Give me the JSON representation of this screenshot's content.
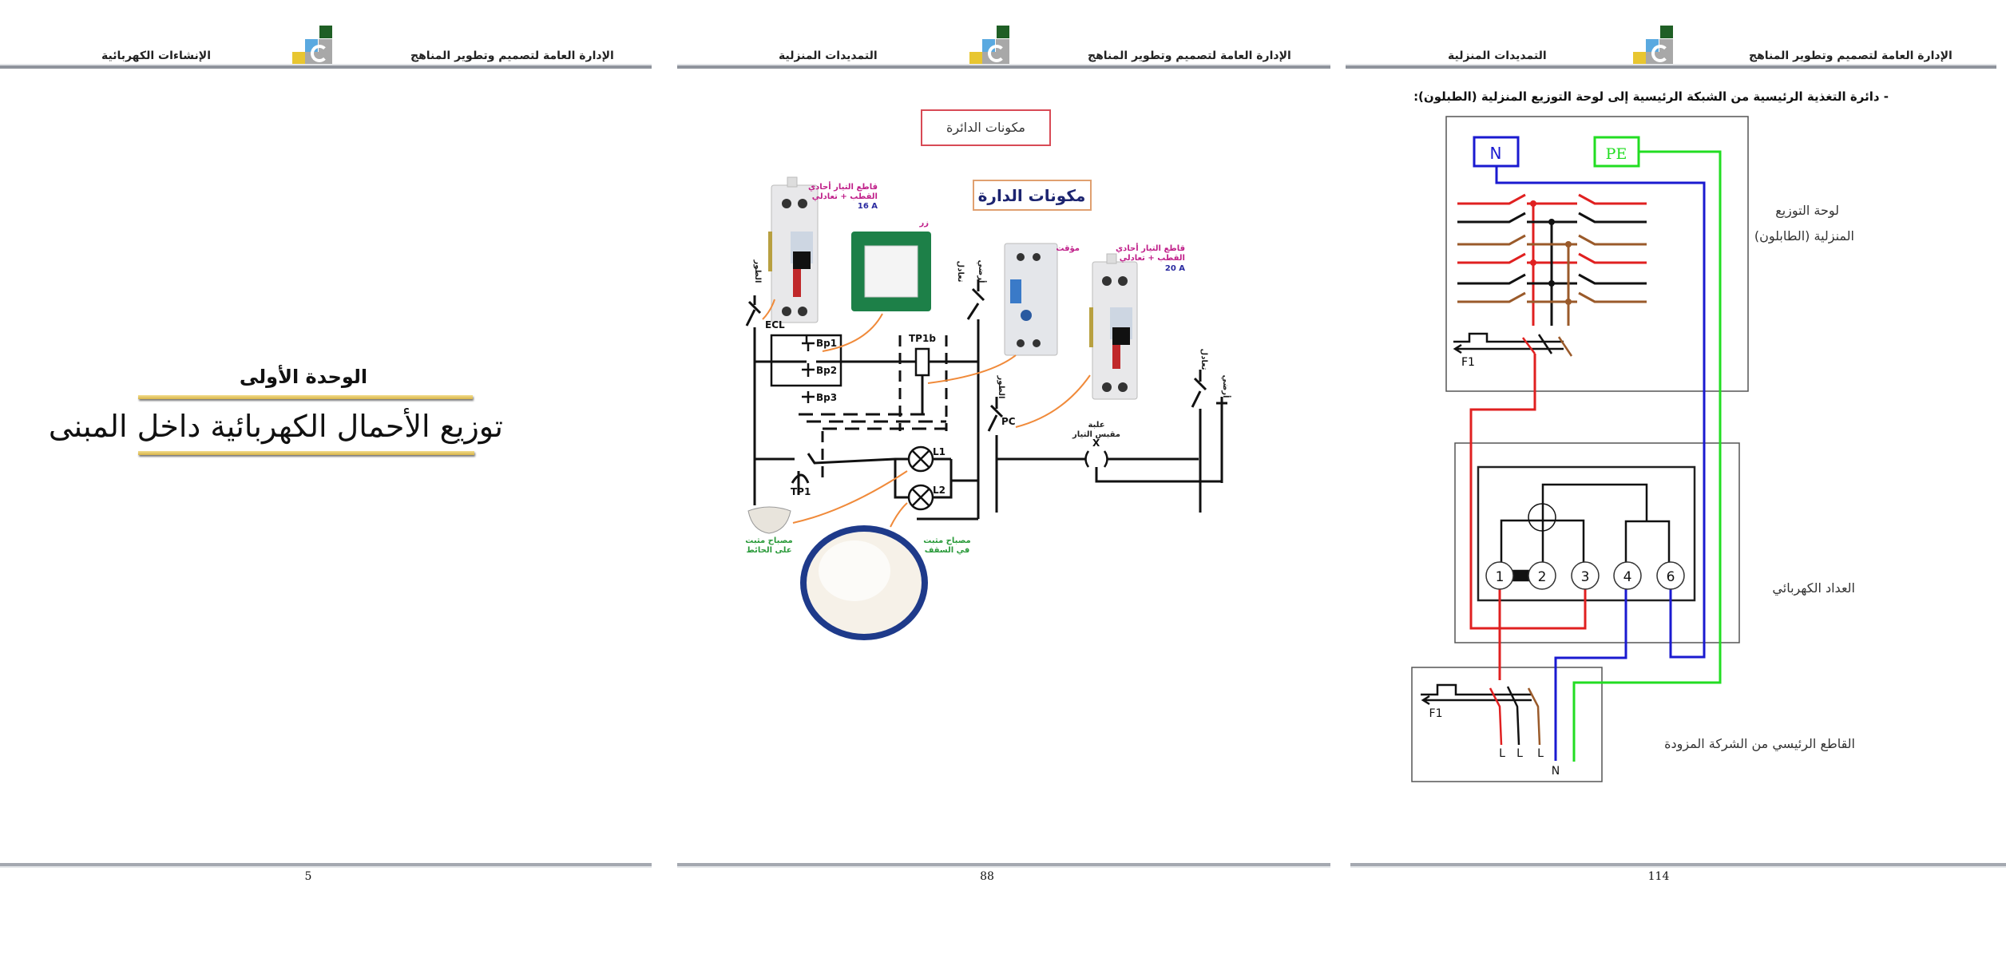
{
  "pages": [
    {
      "header_left": "الإنشاءات الكهربائية",
      "header_right": "الإدارة العامة لتصميم وتطوير المناهج",
      "unit": "الوحدة الأولى",
      "title": "توزيع الأحمال الكهربائية داخل المبنى",
      "page_number": "5"
    },
    {
      "header_left": "التمديدات المنزلية",
      "header_right": "الإدارة العامة لتصميم وتطوير المناهج",
      "caption": "مكونات الدائرة",
      "diagram": {
        "title": "مكونات الدارة",
        "breaker1_label": [
          "قاطع التيار أحادي",
          "القطب + تعادلي"
        ],
        "breaker1_rating": "16 A",
        "switch_label": "زر",
        "timer_label": "مؤقت",
        "breaker2_label": [
          "قاطع التيار أحادي",
          "القطب + تعادلي"
        ],
        "breaker2_rating": "20 A",
        "phase_label": "الطور",
        "neutral_label": "تعادل",
        "earth_label": "أرضي",
        "ecl": "ECL",
        "bp1": "Bp1",
        "bp2": "Bp2",
        "bp3": "Bp3",
        "tp1b": "TP1b",
        "tp1": "TP1",
        "l1": "L1",
        "l2": "L2",
        "pc": "PC",
        "socket_label": [
          "علبة",
          "مقبس التيار"
        ],
        "socket_symbol": "X",
        "wall_lamp_label": [
          "مصباح مثبت",
          "على الحائط"
        ],
        "ceiling_lamp_label": [
          "مصباح مثبت",
          "في السقف"
        ]
      },
      "page_number": "88"
    },
    {
      "header_left": "التمديدات المنزلية",
      "header_right": "الإدارة العامة لتصميم وتطوير المناهج",
      "heading": "-  دائرة التغذية الرئيسية من الشبكة الرئيسية إلى لوحة التوزيع المنزلية (الطبلون):",
      "diagram": {
        "neutral_bar": "N",
        "earth_bar": "PE",
        "breaker_top": "F1",
        "breaker_bottom": "F1",
        "terminals": [
          "1",
          "2",
          "3",
          "4",
          "6"
        ],
        "phase_labels": [
          "L",
          "L",
          "L"
        ],
        "neutral_label": "N",
        "colors": {
          "phase1": "#e02020",
          "phase2": "#111111",
          "phase3": "#9a5a2a",
          "neutral": "#1a1ad0",
          "earth": "#22dd22"
        }
      },
      "labels": {
        "panel": [
          "لوحة التوزيع",
          "المنزلية (الطابلون)"
        ],
        "meter": "العداد الكهربائي",
        "main_breaker": "القاطع الرئيسي من الشركة المزودة"
      },
      "page_number": "114"
    }
  ]
}
